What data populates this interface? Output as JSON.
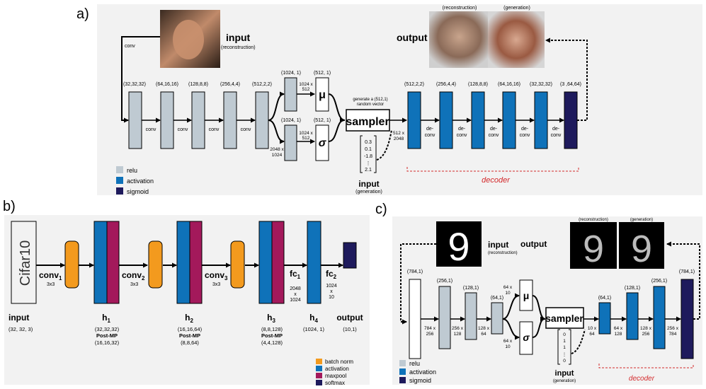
{
  "panel_a": {
    "letter": "a)",
    "input_label": "input",
    "input_sub": "(reconstruction)",
    "output_label": "output",
    "recon_label": "(reconstruction)",
    "gen_label": "(generation)",
    "conv_side": "conv",
    "enc_shapes": [
      "(32,32,32)",
      "(64,16,16)",
      "(128,8,8)",
      "(256,4,4)",
      "(512,2,2)"
    ],
    "conv_label": "conv",
    "branch_shape_top": "(1024, 1)",
    "branch_shape_bot": "(1024, 1)",
    "mu_shape": "(512, 1)",
    "sigma_shape": "(512, 1)",
    "mat_top_1": "1024 x",
    "mat_top_2": "512",
    "mat_bot_1": "1024 x",
    "mat_bot_2": "512",
    "mat_left_1": "2048 x",
    "mat_left_2": "1024",
    "mu": "μ",
    "sigma": "σ",
    "gen_note_1": "generate a (512,1)",
    "gen_note_2": "random vector",
    "sampler": "sampler",
    "sampler_mat_1": "512 x",
    "sampler_mat_2": "2048",
    "vector": [
      "0.3",
      "0.1",
      "-1.8",
      "⋮",
      "2.1"
    ],
    "gen_input_label": "input",
    "gen_input_sub": "(generation)",
    "dec_shapes": [
      "(512,2,2)",
      "(256,4,4)",
      "(128,8,8)",
      "(64,16,16)",
      "(32,32,32)",
      "(3 ,64,64)"
    ],
    "deconv_1": "de-",
    "deconv_2": "conv",
    "decoder": "decoder",
    "legend": [
      "relu",
      "activation",
      "sigmoid"
    ]
  },
  "panel_b": {
    "letter": "b)",
    "cifar": "Cifar10",
    "conv_main": "conv",
    "conv_subs": [
      "1",
      "2",
      "3"
    ],
    "kernel": "3x3",
    "fc_main": "fc",
    "fc_subs": [
      "1",
      "2"
    ],
    "fc1_mat": [
      "2048",
      "x",
      "1024"
    ],
    "fc2_mat": [
      "1024",
      "x",
      "10"
    ],
    "h_main": "h",
    "h_subs": [
      "1",
      "2",
      "3",
      "4"
    ],
    "input_label": "input",
    "input_shape": "(32, 32, 3)",
    "h_shapes": [
      "(32,32,32)",
      "(16,16,64)",
      "(8,8,128)",
      "(1024, 1)"
    ],
    "post_mp": "Post-MP",
    "post_shapes": [
      "(16,16,32)",
      "(8,8,64)",
      "(4,4,128)"
    ],
    "output_label": "output",
    "output_shape": "(10,1)",
    "legend": [
      "batch norm",
      "activation",
      "maxpool",
      "softmax"
    ]
  },
  "panel_c": {
    "letter": "c)",
    "input_label": "input",
    "input_sub": "(reconstruction)",
    "output_label": "output",
    "recon_label": "(reconstruction)",
    "gen_label": "(generation)",
    "enc_shapes": [
      "(784,1)",
      "(256,1)",
      "(128,1)",
      "(64,1)"
    ],
    "enc_mats": [
      [
        "784 x",
        "256"
      ],
      [
        "256 x",
        "128"
      ],
      [
        "128 x",
        "64"
      ]
    ],
    "branch_mat_top": [
      "64 x",
      "10"
    ],
    "branch_mat_bot": [
      "64 x",
      "10"
    ],
    "mu": "μ",
    "sigma": "σ",
    "sampler": "sampler",
    "sampler_mat": [
      "10 x",
      "64"
    ],
    "vector": [
      "0",
      "1",
      "1",
      "⋮",
      "0"
    ],
    "gen_input_label": "input",
    "gen_input_sub": "(generation)",
    "dec_shapes": [
      "(64,1)",
      "(128,1)",
      "(256,1)",
      "(784,1)"
    ],
    "dec_mats": [
      [
        "64 x",
        "128"
      ],
      [
        "128 x",
        "256"
      ],
      [
        "256 x",
        "784"
      ]
    ],
    "decoder": "decoder",
    "legend": [
      "relu",
      "activation",
      "sigmoid"
    ],
    "digit": "9"
  },
  "colors": {
    "relu": "#bfcad2",
    "activation": "#0f72b9",
    "sigmoid": "#1e1a5c",
    "batch_norm": "#f39a1e",
    "maxpool": "#a3195b",
    "decoder": "#d3292b",
    "panel_bg": "#f2f2f2"
  }
}
